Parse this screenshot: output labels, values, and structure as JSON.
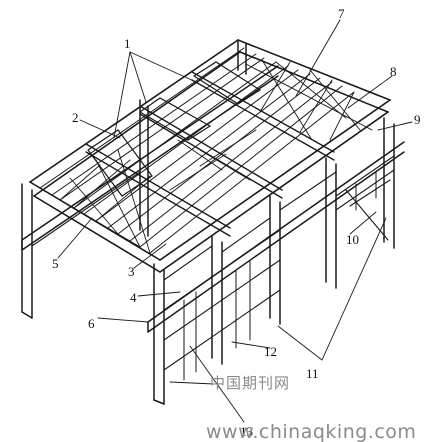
{
  "labels": {
    "l1": "1",
    "l2": "2",
    "l3": "3",
    "l4": "4",
    "l5": "5",
    "l6": "6",
    "l7": "7",
    "l8": "8",
    "l9": "9",
    "l10": "10",
    "l11": "11",
    "l12": "12",
    "l13": "13"
  },
  "watermark": {
    "chinese": "中国期刊网",
    "url": "www.chinaqking.com"
  }
}
